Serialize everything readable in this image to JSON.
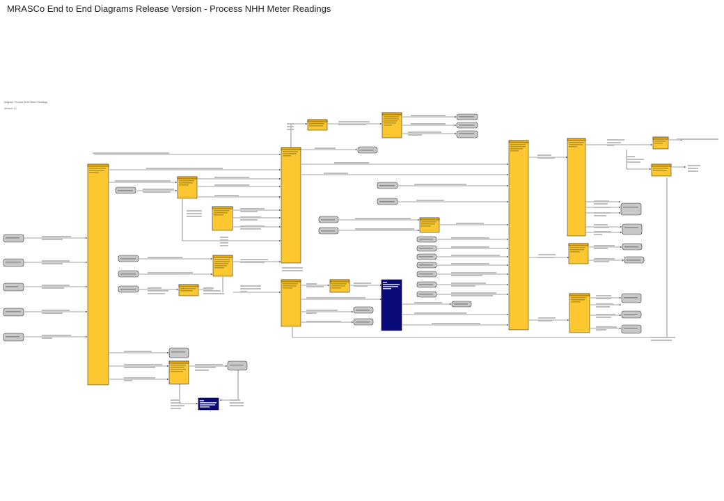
{
  "title": "MRASCo End to End Diagrams Release Version - Process NHH Meter Readings",
  "meta": {
    "diagram_line": "Diagram: Process NHH Meter Readings",
    "version_line": "Version: 12"
  }
}
